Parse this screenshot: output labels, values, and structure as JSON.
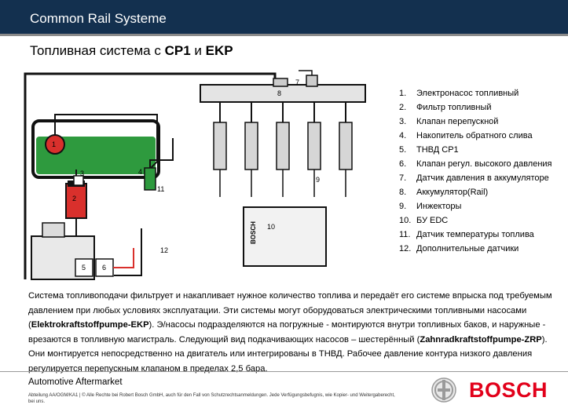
{
  "header": {
    "title": "Common Rail Systeme"
  },
  "slide": {
    "title_prefix": "Топливная система с ",
    "title_bold1": "CP1",
    "title_mid": " и ",
    "title_bold2": "EKP"
  },
  "diagram": {
    "callouts": [
      "1",
      "2",
      "3",
      "4",
      "5",
      "6",
      "7",
      "8",
      "9",
      "10",
      "11",
      "12"
    ],
    "ecu_label": "BOSCH",
    "colors": {
      "fuel": "#2e9a3e",
      "pump": "#d9302c",
      "line": "#111111",
      "tank": "#000000"
    }
  },
  "legend": [
    {
      "num": "1.",
      "text": "Электронасос топливный"
    },
    {
      "num": "2.",
      "text": "Фильтр топливный"
    },
    {
      "num": "3.",
      "text": "Клапан перепускной"
    },
    {
      "num": "4.",
      "text": "Накопитель обратного слива"
    },
    {
      "num": "5.",
      "text": "ТНВД CP1"
    },
    {
      "num": "6.",
      "text": "Клапан регул. высокого давления"
    },
    {
      "num": "7.",
      "text": "Датчик давления в аккумуляторе"
    },
    {
      "num": "8.",
      "text": "Аккумулятор(Rail)"
    },
    {
      "num": "9.",
      "text": "Инжекторы"
    },
    {
      "num": "10.",
      "text": "БУ EDC"
    },
    {
      "num": "11.",
      "text": "Датчик температуры топлива"
    },
    {
      "num": "12.",
      "text": "Дополнительные датчики"
    }
  ],
  "body": {
    "part1": "Система топливоподачи фильтрует и накапливает нужное количество топлива и передаёт его системе впрыска под требуемым давлением при любых условиях эксплуатации. Эти системы могут оборудоваться электрическими топливными насосами (",
    "bold1": "Elektrokraftstoffpumpe-EKP",
    "part2": "). Э/насосы подразделяются на погружные - монтируются внутри топливных баков, и  наружные - врезаются в топливную магистраль. Следующий вид подкачивающих насосов – шестерённый (",
    "bold2": "Zahnradkraftstoffpumpe-ZRP",
    "part3": "). Они монтируется непосредственно на двигатель или интегрированы в ТНВД. Рабочее давление контура низкого давления регулируется перепускным клапаном в пределах 2,5 бара."
  },
  "footer": {
    "department": "Automotive Aftermarket",
    "note": "Abteilung AA/OGM/KA1 | © Alle Rechte bei Robert Bosch GmbH, auch für den Fall von Schutzrechtsanmeldungen. Jede Verfügungsbefugnis, wie Kopier- und Weitergaberecht, bei uns.",
    "brand": "BOSCH"
  }
}
